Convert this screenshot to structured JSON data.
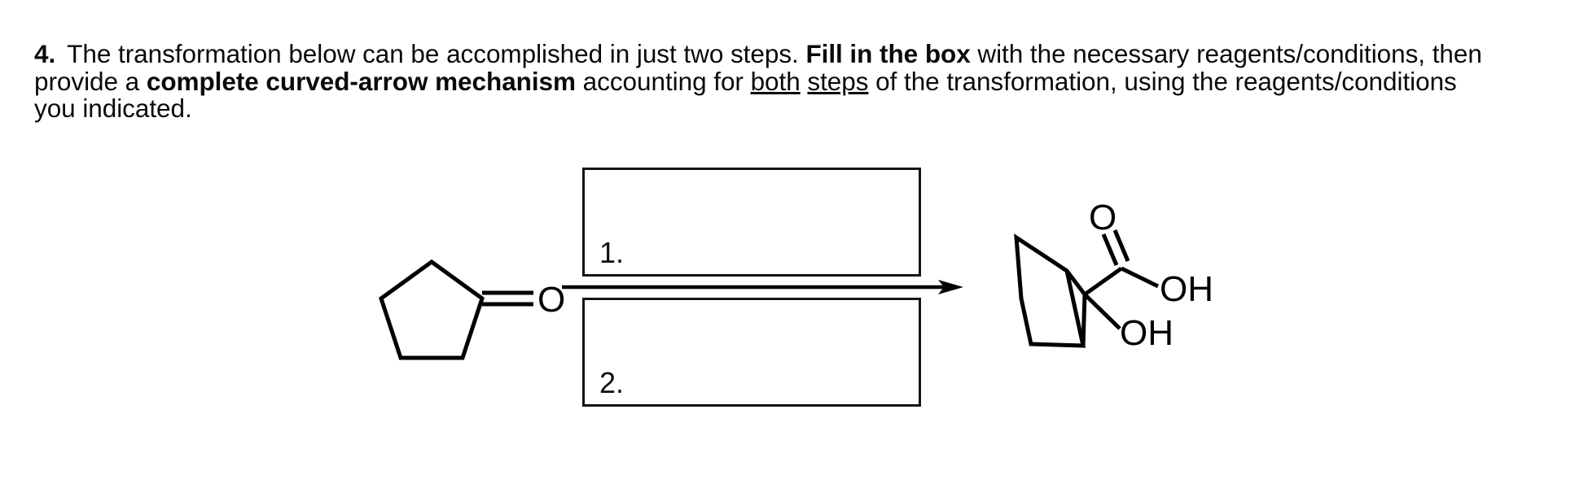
{
  "page": {
    "background_color": "#ffffff",
    "ink_color": "#000000"
  },
  "question": {
    "number": "4.",
    "segments": [
      {
        "text": "The transformation below can be accomplished in just two steps. ",
        "style": "normal"
      },
      {
        "text": "Fill in the box",
        "style": "bold"
      },
      {
        "text": " with the necessary reagents/conditions, then provide a ",
        "style": "normal"
      },
      {
        "text": "complete curved-arrow mechanism",
        "style": "bold"
      },
      {
        "text": " accounting for ",
        "style": "normal"
      },
      {
        "text": "both",
        "style": "underline"
      },
      {
        "text": " ",
        "style": "normal"
      },
      {
        "text": "steps",
        "style": "underline"
      },
      {
        "text": " of the transformation, using the reagents/conditions you indicated.",
        "style": "normal"
      }
    ],
    "plain_text": "4.   The transformation below can be accomplished in just two steps. Fill in the box with the necessary reagents/conditions, then provide a complete curved-arrow mechanism accounting for both steps of the transformation, using the reagents/conditions you indicated.",
    "line1_a": "The transformation below can be accomplished in just two steps. ",
    "line1_b": "Fill in the box",
    "line1_c": " with the necessary reagents/",
    "line2_a": "conditions, then provide a ",
    "line2_b": "complete curved-arrow mechanism",
    "line2_c": " accounting for ",
    "line2_d": "both",
    "line2_e": "steps",
    "line2_f": " of the transformation,",
    "line3": "using the reagents/conditions you indicated."
  },
  "scheme": {
    "reactant": {
      "name": "cyclopentanone",
      "atom_labels": [
        {
          "id": "carbonyl-oxygen",
          "text": "O"
        }
      ]
    },
    "product": {
      "name": "1-hydroxycyclopentane-1-carboxylic-acid",
      "atom_labels": [
        {
          "id": "carbonyl-oxygen",
          "text": "O"
        },
        {
          "id": "carboxyl-hydroxyl",
          "text": "OH"
        },
        {
          "id": "tertiary-hydroxyl",
          "text": "OH"
        }
      ]
    },
    "arrow": {
      "direction": "right",
      "label": ""
    },
    "reagent_boxes": [
      {
        "id": "step-1",
        "label": "1.",
        "value": "",
        "placeholder": ""
      },
      {
        "id": "step-2",
        "label": "2.",
        "value": "",
        "placeholder": ""
      }
    ]
  }
}
